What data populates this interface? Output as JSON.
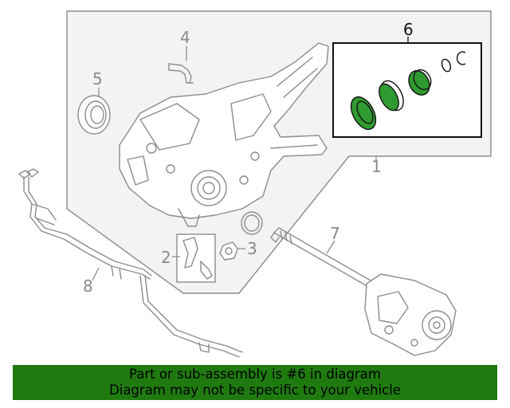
{
  "callouts": {
    "c1": "1",
    "c2": "2",
    "c3": "3",
    "c4": "4",
    "c5": "5",
    "c6": "6",
    "c7": "7",
    "c8": "8"
  },
  "banner": {
    "line1": "Part or sub-assembly is #6 in diagram",
    "line2": "Diagram may not be specific to your vehicle"
  },
  "colors": {
    "banner_bg": "#1f7a0f",
    "highlight_part": "#2f9a2f",
    "line_art": "#8c8c8c"
  }
}
